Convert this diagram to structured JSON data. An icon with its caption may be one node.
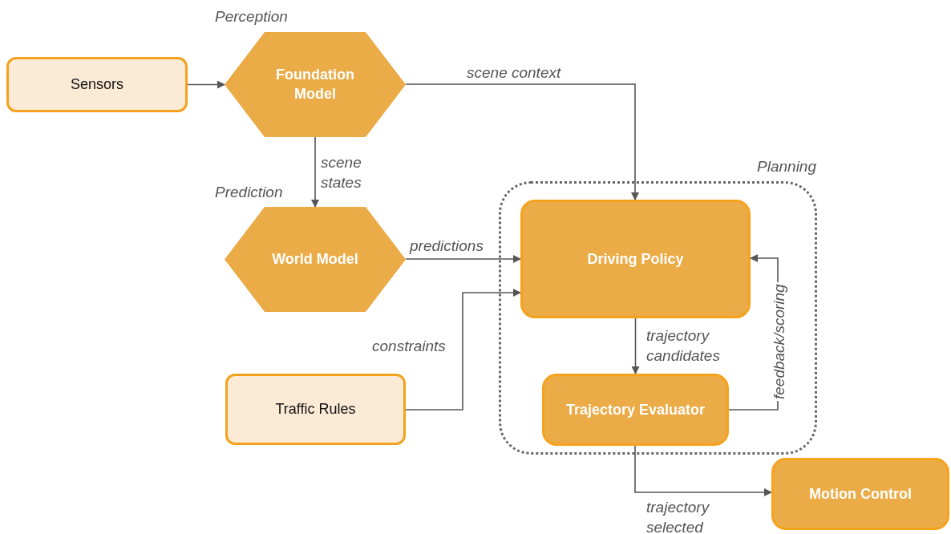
{
  "diagram": {
    "nodes": [
      {
        "text": [
          "Sensors"
        ]
      },
      {
        "text": [
          "Foundation Model"
        ],
        "beside": [
          "Perception"
        ]
      },
      {
        "text": [
          "World Model"
        ],
        "beside": [
          "Prediction"
        ]
      },
      {
        "text": [
          "Planning"
        ]
      },
      {
        "text": [
          "Driving Policy"
        ],
        "in": 3
      },
      {
        "text": [
          "Trajectory Evaluator"
        ],
        "in": 3
      },
      {
        "text": [
          "Traffic Rules"
        ]
      },
      {
        "text": [
          "Motion Control"
        ]
      }
    ],
    "edges": [
      {
        "from": 0,
        "to": 1,
        "arrow": "to"
      },
      {
        "from": 1,
        "to": 4,
        "arrow": "to",
        "label": "scene context"
      },
      {
        "from": 1,
        "to": 2,
        "arrow": "to",
        "label": "scene states"
      },
      {
        "from": 2,
        "to": 4,
        "arrow": "to",
        "label": "predictions"
      },
      {
        "from": 6,
        "to": 4,
        "arrow": "to",
        "label": "constraints"
      },
      {
        "from": 4,
        "to": 5,
        "arrow": "to",
        "label": "trajectory candidates"
      },
      {
        "from": 5,
        "to": 4,
        "arrow": "to",
        "label": "feedback/scoring"
      },
      {
        "from": 5,
        "to": 7,
        "arrow": "to",
        "label": "trajectory selected"
      }
    ]
  }
}
